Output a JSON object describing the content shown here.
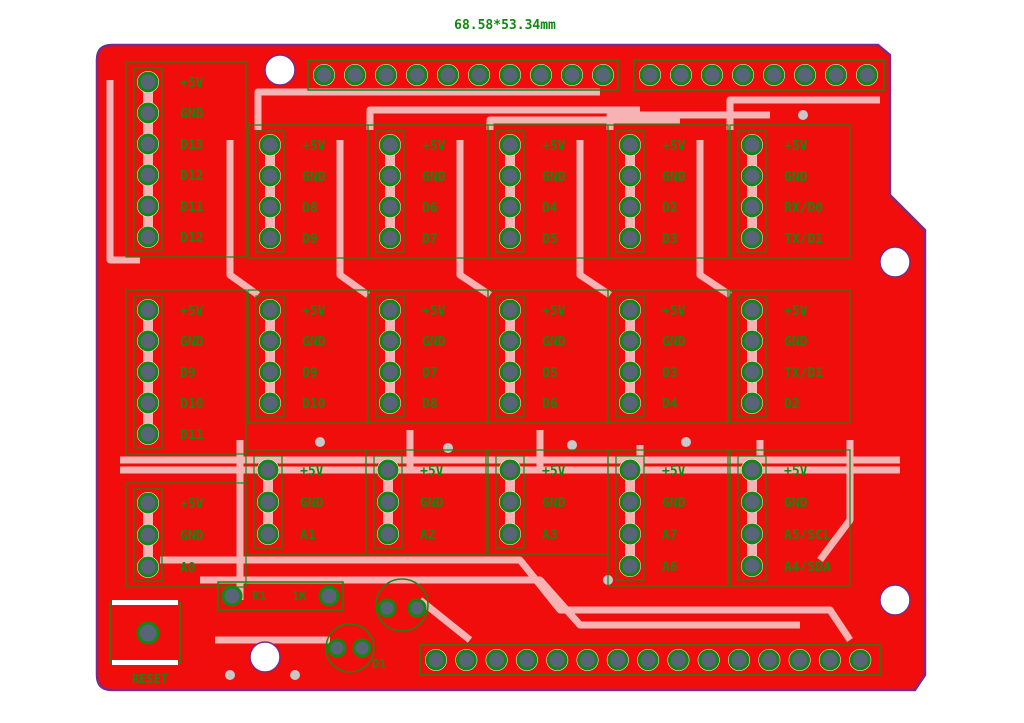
{
  "dimension_label": "68.58*53.34mm",
  "colors": {
    "copper": "#f20d0d",
    "copper_dark": "#c00000",
    "silk": "#118811",
    "outline": "#7a2a8a",
    "pad": "#5a6478",
    "trace_light": "#f7b3b3",
    "via": "#c8c8c8"
  },
  "headers": [
    {
      "id": "j1",
      "pins": [
        "+5V",
        "GND",
        "D13",
        "D12",
        "D11",
        "D12"
      ]
    },
    {
      "id": "j2",
      "pins": [
        "+5V",
        "GND",
        "D8",
        "D9"
      ]
    },
    {
      "id": "j3",
      "pins": [
        "+5V",
        "GND",
        "D6",
        "D7"
      ]
    },
    {
      "id": "j4",
      "pins": [
        "+5V",
        "GND",
        "D4",
        "D5"
      ]
    },
    {
      "id": "j5",
      "pins": [
        "+5V",
        "GND",
        "D2",
        "D3"
      ]
    },
    {
      "id": "j6",
      "pins": [
        "+5V",
        "GND",
        "RX/D0",
        "TX/D1"
      ]
    },
    {
      "id": "j7",
      "pins": [
        "+5V",
        "GND",
        "D9",
        "D10",
        "D11"
      ]
    },
    {
      "id": "j8",
      "pins": [
        "+5V",
        "GND",
        "D9",
        "D10"
      ]
    },
    {
      "id": "j9",
      "pins": [
        "+5V",
        "GND",
        "D7",
        "D8"
      ]
    },
    {
      "id": "j10",
      "pins": [
        "+5V",
        "GND",
        "D5",
        "D6"
      ]
    },
    {
      "id": "j11",
      "pins": [
        "+5V",
        "GND",
        "D3",
        "D4"
      ]
    },
    {
      "id": "j12",
      "pins": [
        "+5V",
        "GND",
        "TX/D1",
        "D2"
      ]
    },
    {
      "id": "j13",
      "pins": [
        "+5V",
        "GND",
        "A0"
      ]
    },
    {
      "id": "j14",
      "pins": [
        "+5V",
        "GND",
        "A1"
      ]
    },
    {
      "id": "j15",
      "pins": [
        "+5V",
        "GND",
        "A2"
      ]
    },
    {
      "id": "j16",
      "pins": [
        "+5V",
        "GND",
        "A3"
      ]
    },
    {
      "id": "j17",
      "pins": [
        "+5V",
        "GND",
        "A7",
        "A6"
      ]
    },
    {
      "id": "j18",
      "pins": [
        "+5V",
        "GND",
        "A5/SCL",
        "A4/SDA"
      ]
    }
  ],
  "components": {
    "r1_ref": "R1",
    "r1_value": "1K",
    "led_ref": "D1",
    "reset_label": "RESET"
  }
}
